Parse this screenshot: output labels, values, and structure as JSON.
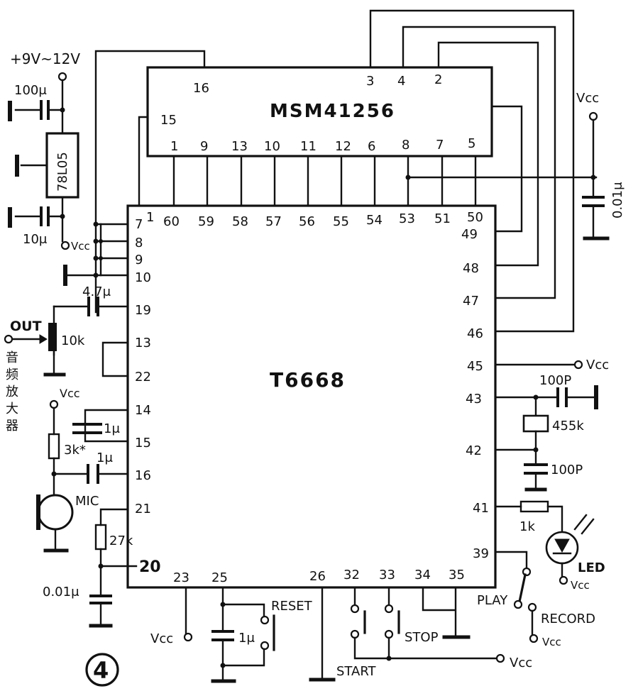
{
  "figure_number": "4",
  "chips": {
    "dram": {
      "name": "MSM41256",
      "pins": [
        "16",
        "15",
        "3",
        "4",
        "2",
        "1",
        "9",
        "13",
        "10",
        "11",
        "12",
        "6",
        "8",
        "7",
        "5"
      ]
    },
    "main": {
      "name": "T6668",
      "top_pins": [
        "1",
        "60",
        "59",
        "58",
        "57",
        "56",
        "55",
        "54",
        "53",
        "51",
        "50"
      ],
      "left_pins": [
        "7",
        "8",
        "9",
        "10",
        "19",
        "13",
        "22",
        "14",
        "15",
        "16",
        "21",
        "20"
      ],
      "right_pins": [
        "49",
        "48",
        "47",
        "46",
        "45",
        "43",
        "42",
        "41",
        "39"
      ],
      "bottom_pins": [
        "23",
        "25",
        "26",
        "32",
        "33",
        "34",
        "35"
      ]
    }
  },
  "regulator": {
    "name": "78L05"
  },
  "labels": {
    "supply": "+9V~12V",
    "out": "OUT",
    "amp": [
      "音",
      "频",
      "放",
      "大",
      "器"
    ],
    "mic": "MIC",
    "reset": "RESET",
    "start": "START",
    "stop": "STOP",
    "play": "PLAY",
    "record": "RECORD",
    "led": "LED"
  },
  "vcc": "Vcc",
  "components": {
    "c_100u": "100μ",
    "c_10u": "10μ",
    "c_4_7u": "4.7μ",
    "pot_10k": "10k",
    "r_3k": "3k*",
    "c_1u_a": "1μ",
    "c_1u_b": "1μ",
    "r_27k": "27k",
    "c_001u_a": "0.01μ",
    "c_001u_b": "0.01μ",
    "c_1u_reset": "1μ",
    "c_100p_a": "100P",
    "xtal_455k": "455k",
    "c_100p_b": "100P",
    "r_1k": "1k"
  }
}
